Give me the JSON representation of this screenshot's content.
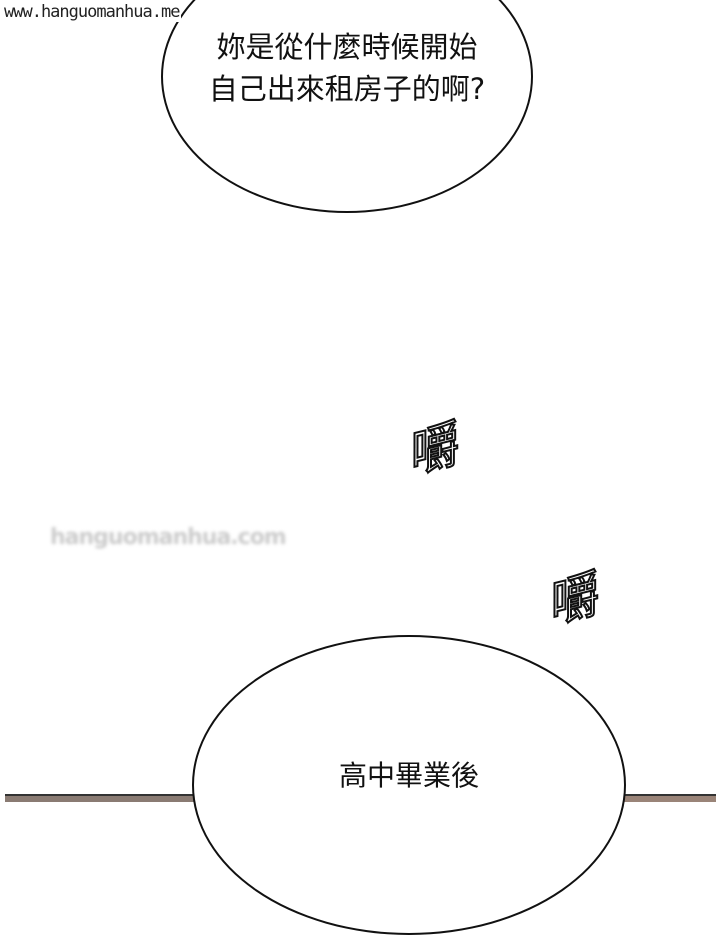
{
  "watermark": "www.hanguomanhua.me",
  "faded_watermark": "hanguomanhua.com",
  "bubble_top": {
    "line1": "妳是從什麼時候開始",
    "line2": "自己出來租房子的啊?"
  },
  "sfx": [
    "嚼",
    "嚼"
  ],
  "bubble_bottom": {
    "line1": "高中畢業後"
  }
}
